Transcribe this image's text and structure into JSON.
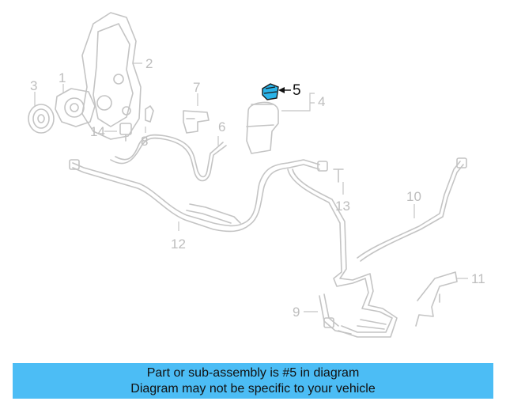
{
  "diagram": {
    "callouts": [
      "1",
      "2",
      "3",
      "4",
      "5",
      "6",
      "7",
      "8",
      "9",
      "10",
      "11",
      "12",
      "13",
      "14"
    ],
    "highlighted_part": "5",
    "colors": {
      "highlight": "#2ab3e8",
      "line_art": "#c4c4c4",
      "banner": "#4cbdf5"
    }
  },
  "caption": {
    "line1": "Part or sub-assembly is #5 in diagram",
    "line2": "Diagram may not be specific to your vehicle"
  }
}
